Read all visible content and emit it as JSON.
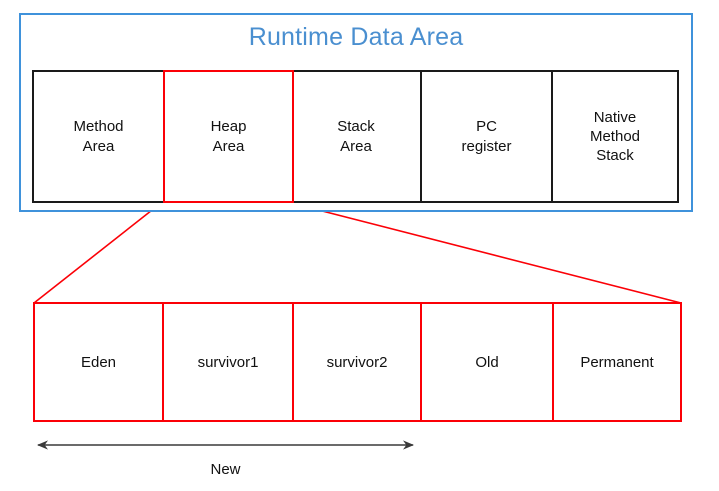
{
  "diagram": {
    "title": "Runtime Data Area",
    "title_color": "#4a8fd0",
    "frame_color": "#3f92db",
    "highlight_color": "#fb0007",
    "outline_color": "#1a1a1a"
  },
  "runtime_data_area": {
    "title": "Runtime Data Area",
    "regions": [
      {
        "label": "Method\nArea",
        "highlighted": false
      },
      {
        "label": "Heap\nArea",
        "highlighted": true
      },
      {
        "label": "Stack\nArea",
        "highlighted": false
      },
      {
        "label": "PC\nregister",
        "highlighted": false
      },
      {
        "label": "Native\nMethod\nStack",
        "highlighted": false
      }
    ]
  },
  "heap_detail": {
    "generations": [
      {
        "label": "Eden"
      },
      {
        "label": "survivor1"
      },
      {
        "label": "survivor2"
      },
      {
        "label": "Old"
      },
      {
        "label": "Permanent"
      }
    ],
    "span_label": "New"
  }
}
